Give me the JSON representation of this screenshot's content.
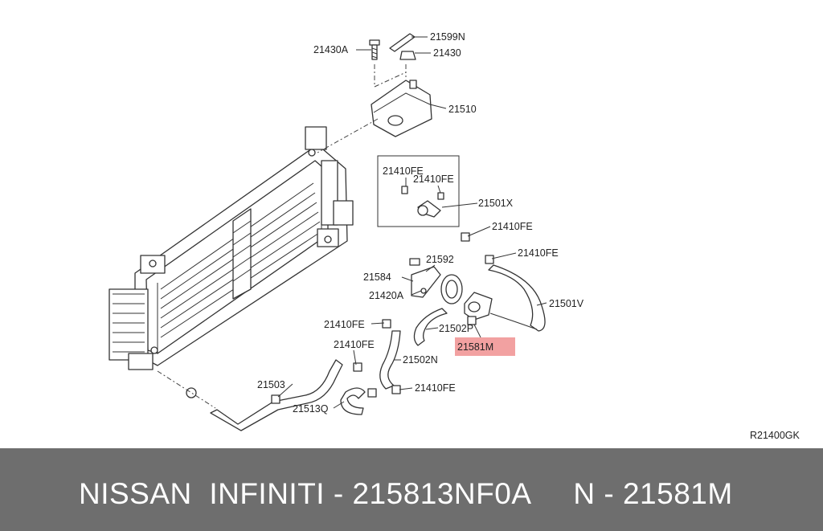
{
  "diagram": {
    "code": "R21400GK",
    "highlight_color": "#f2a1a1",
    "labels": {
      "l21599N": "21599N",
      "l21430A": "21430A",
      "l21430": "21430",
      "l21510": "21510",
      "l21410FE_box1": "21410FE",
      "l21410FE_box2": "21410FE",
      "l21501X": "21501X",
      "l21410FE_a": "21410FE",
      "l21410FE_b": "21410FE",
      "l21592": "21592",
      "l21584": "21584",
      "l21420A": "21420A",
      "l21501V": "21501V",
      "l21410FE_c": "21410FE",
      "l21502P": "21502P",
      "l21581M": "21581M",
      "l21410FE_d": "21410FE",
      "l21502N": "21502N",
      "l21503": "21503",
      "l21410FE_e": "21410FE",
      "l21513Q": "21513Q"
    }
  },
  "footer": {
    "text": "NISSAN  INFINITI - 215813NF0A     N - 21581M",
    "background": "#6e6e6e"
  }
}
